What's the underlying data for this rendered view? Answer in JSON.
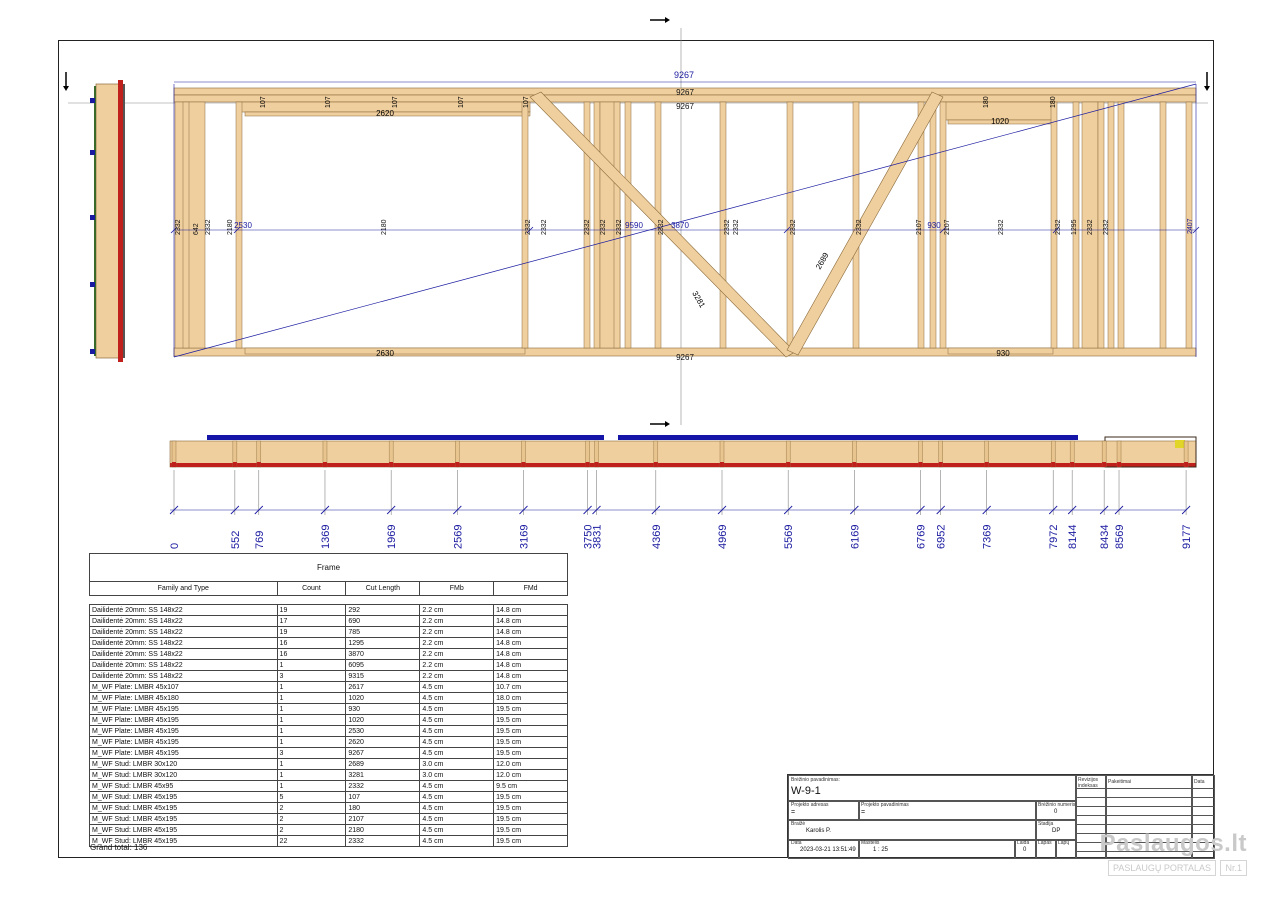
{
  "drawing": {
    "top_dims": {
      "overall": "9267",
      "top_plate": "9267",
      "top_plate_inner": "9267",
      "bottom_plate": "9267"
    },
    "header_labels": [
      "107",
      "107",
      "107",
      "107",
      "107",
      "180",
      "180"
    ],
    "opening_widths": {
      "left_top": "2620",
      "left_bottom": "2630",
      "right_top": "1020",
      "right_bottom": "930"
    },
    "mid_labels": [
      "2332",
      "642",
      "2332",
      "2180",
      "2530",
      "2180",
      "2332",
      "2332",
      "2332",
      "2332",
      "2332",
      "9590",
      "2332",
      "3870",
      "2332",
      "2332",
      "2332",
      "2332",
      "2107",
      "930",
      "2107",
      "2332",
      "2332",
      "1295",
      "2332",
      "2332"
    ],
    "diagonal_labels": {
      "long_brace": "3281",
      "short_brace": "2689"
    },
    "right_edge_label": "2407",
    "stud_positions": [
      "0",
      "552",
      "769",
      "1369",
      "1969",
      "2569",
      "3169",
      "3750",
      "3831",
      "4369",
      "4969",
      "5569",
      "6169",
      "6769",
      "6952",
      "7369",
      "7972",
      "8144",
      "8434",
      "8569",
      "9177"
    ]
  },
  "schedule": {
    "title": "Frame",
    "columns": [
      "Family and Type",
      "Count",
      "Cut Length",
      "FMb",
      "FMd"
    ],
    "rows": [
      [
        "Dailidentė 20mm: SS 148x22",
        "19",
        "292",
        "2.2 cm",
        "14.8 cm"
      ],
      [
        "Dailidentė 20mm: SS 148x22",
        "17",
        "690",
        "2.2 cm",
        "14.8 cm"
      ],
      [
        "Dailidentė 20mm: SS 148x22",
        "19",
        "785",
        "2.2 cm",
        "14.8 cm"
      ],
      [
        "Dailidentė 20mm: SS 148x22",
        "16",
        "1295",
        "2.2 cm",
        "14.8 cm"
      ],
      [
        "Dailidentė 20mm: SS 148x22",
        "16",
        "3870",
        "2.2 cm",
        "14.8 cm"
      ],
      [
        "Dailidentė 20mm: SS 148x22",
        "1",
        "6095",
        "2.2 cm",
        "14.8 cm"
      ],
      [
        "Dailidentė 20mm: SS 148x22",
        "3",
        "9315",
        "2.2 cm",
        "14.8 cm"
      ],
      [
        "M_WF Plate: LMBR 45x107",
        "1",
        "2617",
        "4.5 cm",
        "10.7 cm"
      ],
      [
        "M_WF Plate: LMBR 45x180",
        "1",
        "1020",
        "4.5 cm",
        "18.0 cm"
      ],
      [
        "M_WF Plate: LMBR 45x195",
        "1",
        "930",
        "4.5 cm",
        "19.5 cm"
      ],
      [
        "M_WF Plate: LMBR 45x195",
        "1",
        "1020",
        "4.5 cm",
        "19.5 cm"
      ],
      [
        "M_WF Plate: LMBR 45x195",
        "1",
        "2530",
        "4.5 cm",
        "19.5 cm"
      ],
      [
        "M_WF Plate: LMBR 45x195",
        "1",
        "2620",
        "4.5 cm",
        "19.5 cm"
      ],
      [
        "M_WF Plate: LMBR 45x195",
        "3",
        "9267",
        "4.5 cm",
        "19.5 cm"
      ],
      [
        "M_WF Stud: LMBR 30x120",
        "1",
        "2689",
        "3.0 cm",
        "12.0 cm"
      ],
      [
        "M_WF Stud: LMBR 30x120",
        "1",
        "3281",
        "3.0 cm",
        "12.0 cm"
      ],
      [
        "M_WF Stud: LMBR 45x95",
        "1",
        "2332",
        "4.5 cm",
        "9.5 cm"
      ],
      [
        "M_WF Stud: LMBR 45x195",
        "5",
        "107",
        "4.5 cm",
        "19.5 cm"
      ],
      [
        "M_WF Stud: LMBR 45x195",
        "2",
        "180",
        "4.5 cm",
        "19.5 cm"
      ],
      [
        "M_WF Stud: LMBR 45x195",
        "2",
        "2107",
        "4.5 cm",
        "19.5 cm"
      ],
      [
        "M_WF Stud: LMBR 45x195",
        "2",
        "2180",
        "4.5 cm",
        "19.5 cm"
      ],
      [
        "M_WF Stud: LMBR 45x195",
        "22",
        "2332",
        "4.5 cm",
        "19.5 cm"
      ]
    ],
    "grand_total": "Grand total: 136"
  },
  "title_block": {
    "drawing_name_label": "Brėžinio pavadinimas:",
    "drawing_name": "W-9-1",
    "rev_label": "Revizijos indeksas",
    "changes_label": "Pakeitimai",
    "date_label": "Data",
    "project_label": "Projekto adresas",
    "project_value": "=",
    "project_name_label": "Projekto pavadinimas",
    "project_name_value": "=",
    "sheet_no_label": "Brėžinio numeris",
    "sheet_no": "0",
    "author_label": "Braižė",
    "author": "Karolis P.",
    "stage_label": "Stadija",
    "stage": "DP",
    "date_field_label": "Data",
    "date": "2023-03-21 13:51:49",
    "scale_label": "Mastelis",
    "scale": "1 : 25",
    "sheet_label": "Lapas",
    "sheet": "0",
    "sheets_label": "Lapų",
    "leidimas_label": "Laida"
  },
  "watermark": {
    "brand": "Paslaugos.lt",
    "tagline": "PASLAUGŲ PORTALAS",
    "badge": "Nr.1"
  },
  "colors": {
    "timber": "#f0cf9f",
    "timber_edge": "#8a6a3a",
    "dimension": "#1a1aa0",
    "membrane": "#1515a8",
    "cladding_red": "#c0201c"
  }
}
